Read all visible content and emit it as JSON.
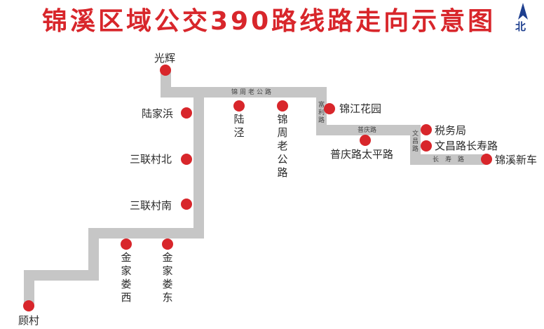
{
  "title": "锦溪区域公交390路线路走向示意图",
  "compass": {
    "icon": "north-arrow-icon",
    "label": "北",
    "color": "#1e3f8f"
  },
  "colors": {
    "title": "#d8262b",
    "stop": "#d8262b",
    "route": "#c6c6c6",
    "text": "#2a2a2a"
  },
  "roads": {
    "jinzhoulaogong": "锦周老公路",
    "fuli": "富利路",
    "puqing": "普庆路",
    "wenchang": "文昌路",
    "changshou": "长寿路"
  },
  "stops": [
    {
      "name": "光辉"
    },
    {
      "name": "陆家浜"
    },
    {
      "name": "三联村北"
    },
    {
      "name": "三联村南"
    },
    {
      "name": "金家娄东"
    },
    {
      "name": "金家娄西"
    },
    {
      "name": "顾村"
    },
    {
      "name": "陆泾"
    },
    {
      "name": "锦周老公路"
    },
    {
      "name": "锦江花园"
    },
    {
      "name": "普庆路太平路"
    },
    {
      "name": "税务局"
    },
    {
      "name": "文昌路长寿路"
    },
    {
      "name": "锦溪新车"
    }
  ]
}
